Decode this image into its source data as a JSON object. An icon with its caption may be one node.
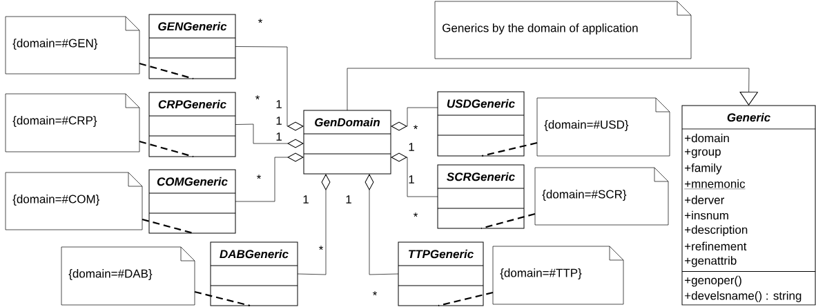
{
  "diagram": {
    "nodes": [
      {
        "text": [
          "{domain=#GEN}"
        ]
      },
      {
        "text": [
          "GENGeneric"
        ]
      },
      {
        "text": [
          "Generics by the domain of application"
        ]
      },
      {
        "text": [
          "{domain=#CRP}"
        ]
      },
      {
        "text": [
          "CRPGeneric"
        ]
      },
      {
        "text": [
          "USDGeneric"
        ]
      },
      {
        "text": [
          "{domain=#USD}"
        ]
      },
      {
        "text": [
          "GenDomain"
        ]
      },
      {
        "text": [
          "Generic",
          "+domain",
          "+group",
          "+family",
          "+mnemonic",
          "+derver",
          "+insnum",
          "+description",
          "+refinement",
          "+genattrib",
          "+genoper()",
          "+develsname() : string"
        ]
      },
      {
        "text": [
          "SCRGeneric"
        ]
      },
      {
        "text": [
          "{domain=#SCR}"
        ]
      },
      {
        "text": [
          "{domain=#COM}"
        ]
      },
      {
        "text": [
          "COMGeneric"
        ]
      },
      {
        "text": [
          "{domain=#DAB}"
        ]
      },
      {
        "text": [
          "DABGeneric"
        ]
      },
      {
        "text": [
          "TTPGeneric"
        ]
      },
      {
        "text": [
          "{domain=#TTP}"
        ]
      }
    ],
    "edges": [
      {
        "from": 1,
        "to": 7,
        "arrow": "other"
      },
      {
        "from": 4,
        "to": 7,
        "arrow": "other"
      },
      {
        "from": 12,
        "to": 7,
        "arrow": "other"
      },
      {
        "from": 5,
        "to": 7,
        "arrow": "other"
      },
      {
        "from": 9,
        "to": 7,
        "arrow": "other"
      },
      {
        "from": 14,
        "to": 7,
        "arrow": "other"
      },
      {
        "from": 15,
        "to": 7,
        "arrow": "other"
      },
      {
        "from": 7,
        "to": 8,
        "arrow": "to"
      },
      {
        "from": 0,
        "to": 1,
        "arrow": "none",
        "style": "dashed"
      },
      {
        "from": 3,
        "to": 4,
        "arrow": "none",
        "style": "dashed"
      },
      {
        "from": 11,
        "to": 12,
        "arrow": "none",
        "style": "dashed"
      },
      {
        "from": 13,
        "to": 14,
        "arrow": "none",
        "style": "dashed"
      },
      {
        "from": 6,
        "to": 5,
        "arrow": "none",
        "style": "dashed"
      },
      {
        "from": 10,
        "to": 9,
        "arrow": "none",
        "style": "dashed"
      },
      {
        "from": 16,
        "to": 15,
        "arrow": "none",
        "style": "dashed"
      }
    ],
    "labels": [
      "*",
      "*",
      "1",
      "1",
      "*",
      "1",
      "1",
      "*",
      "1",
      "1",
      "1",
      "*",
      "*",
      "*"
    ]
  }
}
